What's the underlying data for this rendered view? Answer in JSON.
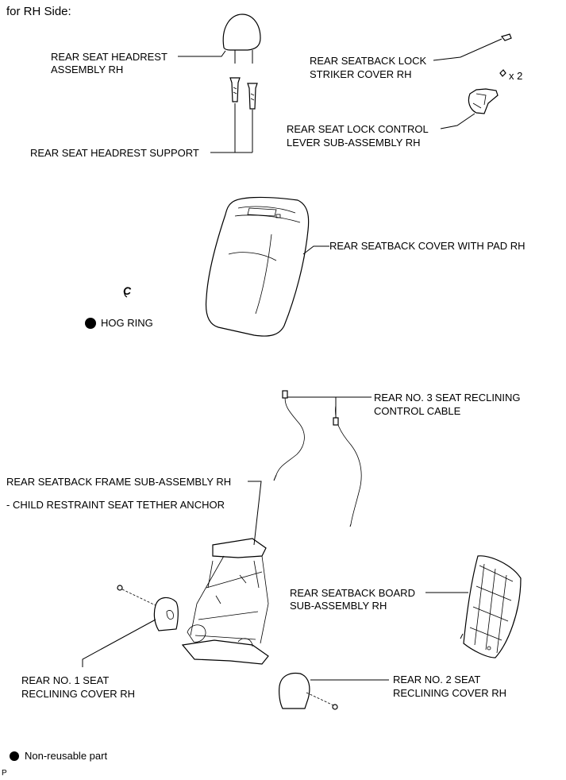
{
  "title": "for RH Side:",
  "labels": {
    "headrest_line1": "REAR SEAT HEADREST",
    "headrest_line2": "ASSEMBLY RH",
    "headrest_support": "REAR SEAT HEADREST SUPPORT",
    "striker_line1": "REAR SEATBACK LOCK",
    "striker_line2": "STRIKER COVER RH",
    "qty": "x 2",
    "lock_lever_line1": "REAR SEAT LOCK CONTROL",
    "lock_lever_line2": "LEVER SUB-ASSEMBLY RH",
    "seatback_cover": "REAR SEATBACK COVER WITH PAD RH",
    "hog_ring_symbol": "C",
    "hog_ring": "HOG RING",
    "cable_line1": "REAR NO. 3 SEAT RECLINING",
    "cable_line2": "CONTROL CABLE",
    "frame": "REAR SEATBACK FRAME SUB-ASSEMBLY RH",
    "tether": "- CHILD RESTRAINT SEAT TETHER ANCHOR",
    "board_line1": "REAR SEATBACK BOARD",
    "board_line2": "SUB-ASSEMBLY RH",
    "cover1_line1": "REAR NO. 1 SEAT",
    "cover1_line2": "RECLINING COVER RH",
    "cover2_line1": "REAR NO. 2 SEAT",
    "cover2_line2": "RECLINING COVER RH"
  },
  "legend": {
    "non_reusable": "Non-reusable part"
  },
  "corner_code": "P"
}
